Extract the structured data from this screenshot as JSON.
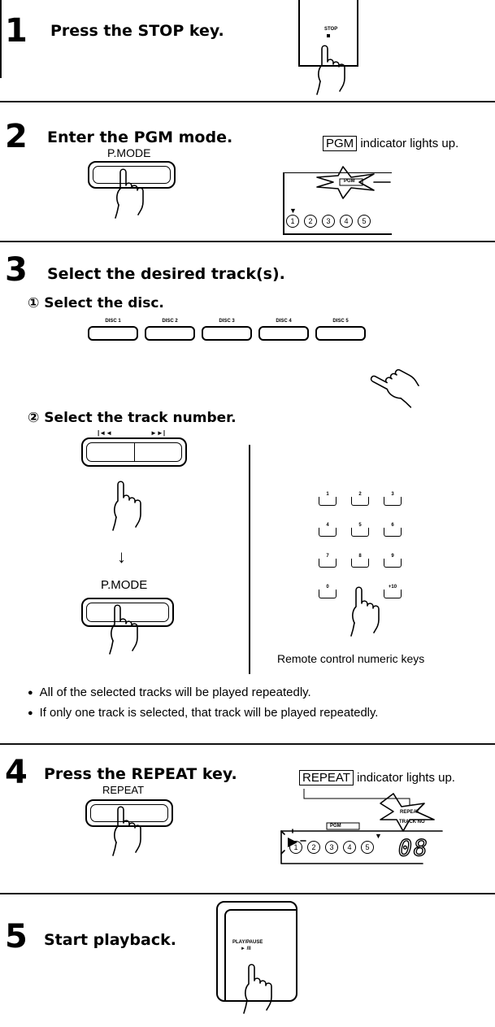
{
  "steps": [
    {
      "number": "1",
      "title": "Press the STOP key.",
      "key_label": "STOP"
    },
    {
      "number": "2",
      "title": "Enter the PGM mode.",
      "button_label": "P.MODE",
      "indicator_box": "PGM",
      "indicator_text": "indicator lights up.",
      "display_indicator": "PGM",
      "disc_numbers": [
        "1",
        "2",
        "3",
        "4",
        "5"
      ]
    },
    {
      "number": "3",
      "title": "Select the desired track(s).",
      "sub1": "① Select the disc.",
      "disc_buttons": [
        "DISC 1",
        "DISC 2",
        "DISC 3",
        "DISC 4",
        "DISC 5"
      ],
      "sub2": "② Select the track number.",
      "skip_back_symbol": "|◄◄",
      "skip_fwd_symbol": "►►|",
      "arrow": "↓",
      "button_label": "P.MODE",
      "remote_keys": [
        "1",
        "2",
        "3",
        "4",
        "5",
        "6",
        "7",
        "8",
        "9",
        "0",
        "+10"
      ],
      "remote_caption": "Remote control numeric keys",
      "bullets": [
        "All of the selected tracks will be played repeatedly.",
        "If only one track is selected, that track will be played repeatedly."
      ]
    },
    {
      "number": "4",
      "title": "Press the REPEAT key.",
      "button_label": "REPEAT",
      "indicator_box": "REPEAT",
      "indicator_text": "indicator lights up.",
      "display_pgm": "PGM",
      "display_repeat": "REPEAT",
      "display_track_no": "TRACK NO",
      "display_digits": "08",
      "disc_numbers": [
        "1",
        "2",
        "3",
        "4",
        "5"
      ]
    },
    {
      "number": "5",
      "title": "Start playback.",
      "key_label": "PLAY/PAUSE",
      "key_symbol": "► /II"
    }
  ]
}
